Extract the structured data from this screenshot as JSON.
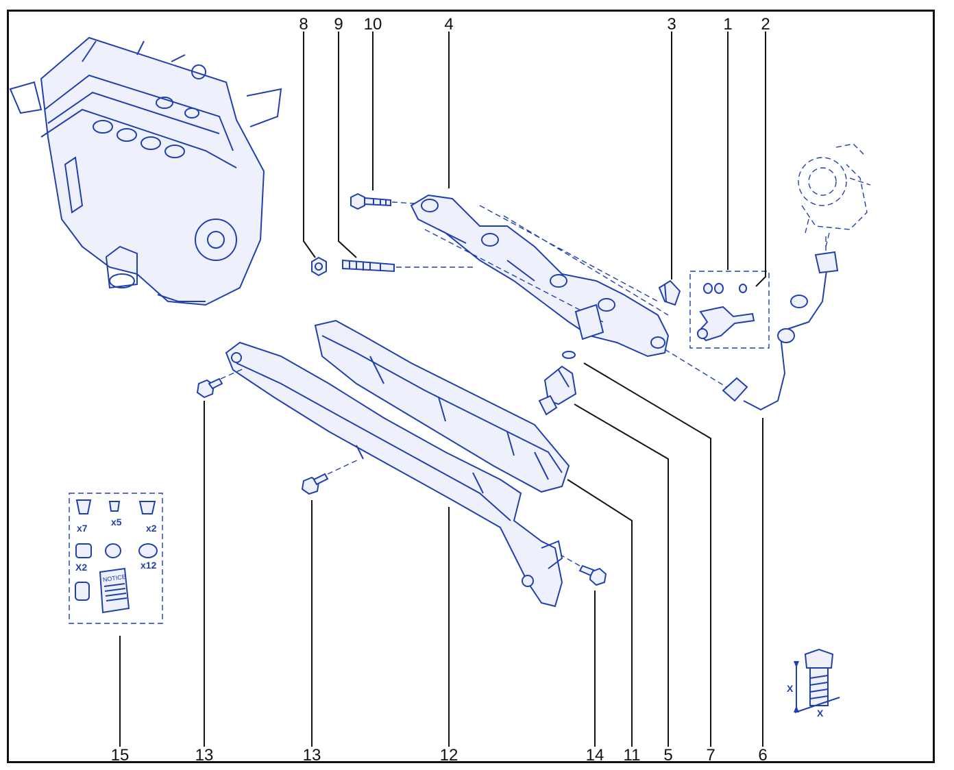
{
  "callouts": {
    "c8": "8",
    "c9": "9",
    "c10": "10",
    "c4": "4",
    "c3": "3",
    "c1": "1",
    "c2": "2",
    "c15": "15",
    "c13a": "13",
    "c13b": "13",
    "c12": "12",
    "c14": "14",
    "c11": "11",
    "c5": "5",
    "c7": "7",
    "c6": "6"
  },
  "kit": {
    "q1": "x7",
    "q2": "x5",
    "q3": "x2",
    "q4": "X2",
    "q5": "x12",
    "notice": "NOTICE"
  },
  "detail": {
    "x1": "X",
    "x2": "X"
  },
  "colors": {
    "ink": "#1f3fb0",
    "frame": "#111111"
  }
}
